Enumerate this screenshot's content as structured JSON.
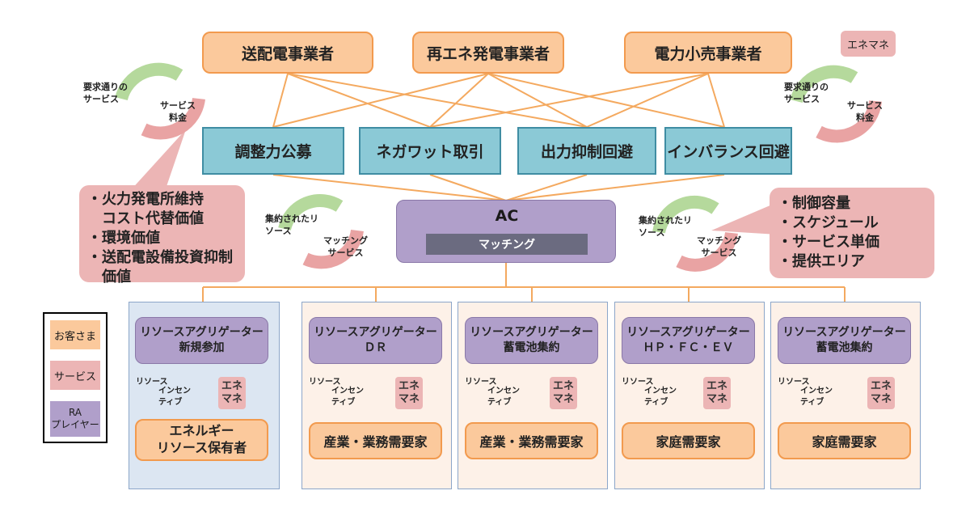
{
  "customers_top": [
    "送配電事業者",
    "再エネ発電事業者",
    "電力小売事業者"
  ],
  "services": [
    "調整力公募",
    "ネガワット取引",
    "出力抑制回避",
    "インバランス回避"
  ],
  "enemane_top": "エネマネ",
  "cycle_left": {
    "a": "要求通りの\nサービス",
    "b": "サービス\n料金"
  },
  "cycle_right": {
    "a": "要求通りの\nサービス",
    "b": "サービス\n料金"
  },
  "ac": {
    "title": "AC",
    "sub": "マッチング"
  },
  "match_left": {
    "a": "集約されたリ\nソース",
    "b": "マッチング\nサービス"
  },
  "match_right": {
    "a": "集約されたリ\nソース",
    "b": "マッチング\nサービス"
  },
  "value_list": [
    "・火力発電所維持\n　コスト代替価値",
    "・環境価値",
    "・送配電設備投資抑制\n　価値"
  ],
  "spec_list": [
    "・制御容量",
    "・スケジュール",
    "・サービス単価",
    "・提供エリア"
  ],
  "legend": {
    "customer": "お客さま",
    "service": "サービス",
    "player": "RA\nプレイヤー"
  },
  "ra_columns": [
    {
      "ra": "リソースアグリゲーター\n新規参加",
      "owner": "エネルギー\nリソース保有者"
    },
    {
      "ra": "リソースアグリゲーター\nＤＲ",
      "owner": "産業・業務需要家"
    },
    {
      "ra": "リソースアグリゲーター\n蓄電池集約",
      "owner": "産業・業務需要家"
    },
    {
      "ra": "リソースアグリゲーター\nＨＰ・ＦＣ・ＥＶ",
      "owner": "家庭需要家"
    },
    {
      "ra": "リソースアグリゲーター\n蓄電池集約",
      "owner": "家庭需要家"
    }
  ],
  "mini": {
    "a": "リソース",
    "b": "インセン\nティブ",
    "ene": "エネ\nマネ"
  },
  "colors": {
    "customer": "#fbc99c",
    "service": "#8bc9d6",
    "pink": "#ecb5b5",
    "ra": "#b09fca",
    "line": "#f4a95f"
  }
}
